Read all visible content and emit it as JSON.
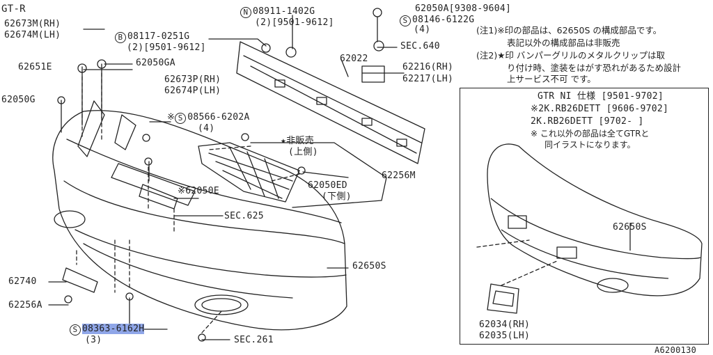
{
  "title": "GT-R",
  "diagram_code": "A6200130",
  "parts": {
    "p62673M": "62673M(RH)",
    "p62674M": "62674M(LH)",
    "p62651E": "62651E",
    "p62050GA": "62050GA",
    "p62050G": "62050G",
    "p08117": "08117-0251G",
    "p08117_qty": "(2)[9501-9612]",
    "p08911": "08911-1402G",
    "p08911_qty": "(2)[9501-9612]",
    "p62050A": "62050A[9308-9604]",
    "p08146": "08146-6122G",
    "p08146_qty": "(4)",
    "sec640": "SEC.640",
    "p62022": "62022",
    "p62216": "62216(RH)",
    "p62217": "62217(LH)",
    "p62673P": "62673P(RH)",
    "p62674P": "62674P(LH)",
    "p08566": "08566-6202A",
    "p08566_qty": "(4)",
    "star_not_sold": "★非販売",
    "upper_side": "(上側)",
    "p62256M": "62256M",
    "p62050ED": "62050ED",
    "lower_side": "(下側)",
    "p62050E": "※62050E",
    "sec625": "SEC.625",
    "p62650S": "62650S",
    "p62740": "62740",
    "p62256A": "62256A",
    "p08363": "08363-6162H",
    "p08363_qty": "(3)",
    "sec261": "SEC.261"
  },
  "prefix_marks": {
    "n": "N",
    "b": "B",
    "s": "S",
    "ast_s": "※"
  },
  "notes": {
    "note1_a": "(注1)※印の部品は、62650S の構成部品です。",
    "note1_b": "表記以外の構成部品は非販売",
    "note2_a": "(注2)★印 バンパーグリルのメタルクリップは取",
    "note2_b": "り付け時、塗装をはがす恐れがあるため設計",
    "note2_c": "上サービス不可 です。"
  },
  "inset": {
    "line1": "GTR NI 仕様 [9501-9702]",
    "line2": "※2K.RB26DETT [9606-9702]",
    "line3": "2K.RB26DETT [9702-        ]",
    "line4": "※ これ以外の部品は全てGTRと",
    "line5": "同イラストになります。",
    "p62650S": "62650S",
    "p62034": "62034(RH)",
    "p62035": "62035(LH)"
  }
}
